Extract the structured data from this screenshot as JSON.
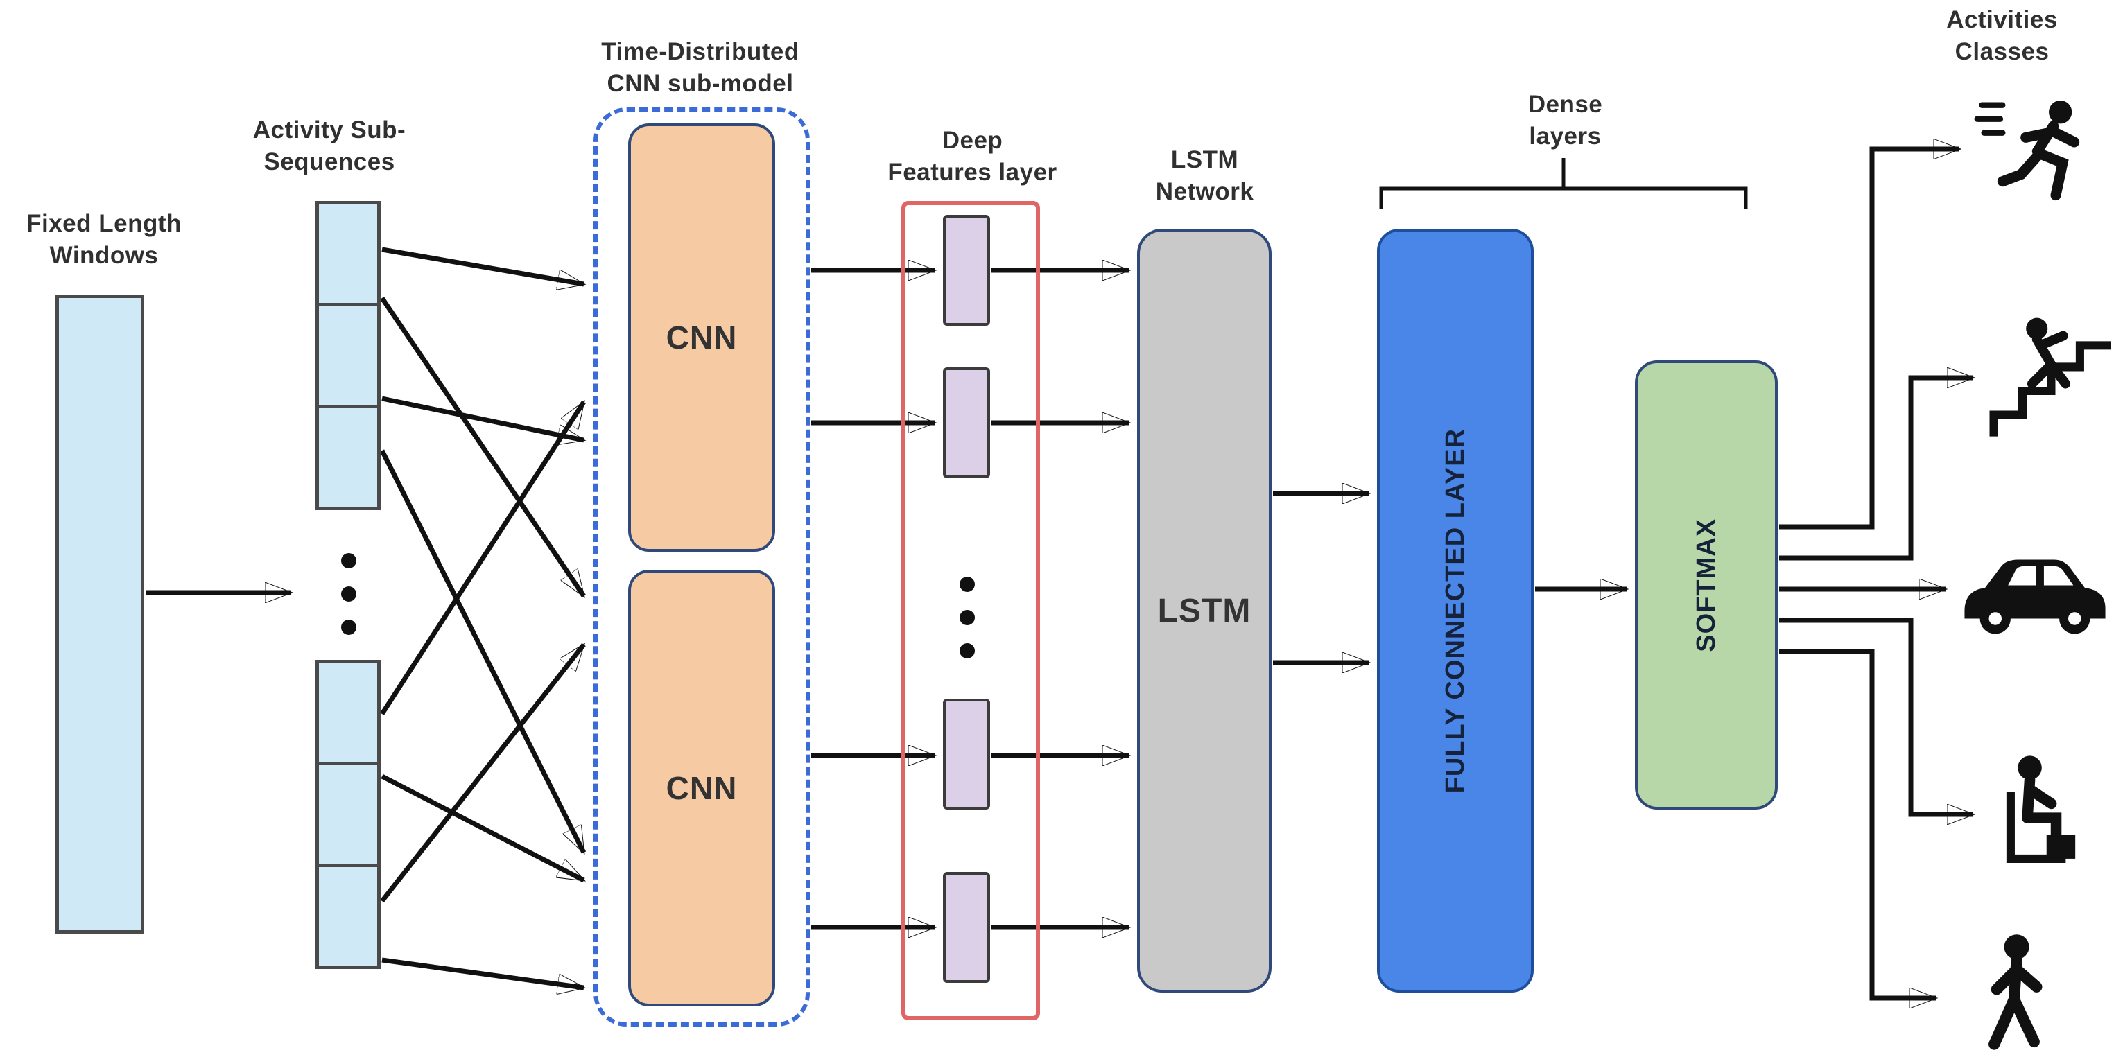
{
  "diagram": {
    "labels": {
      "fixed_length_windows": "Fixed Length\nWindows",
      "activity_sub_sequences": "Activity Sub-\nSequences",
      "time_distributed_cnn": "Time-Distributed\nCNN sub-model",
      "cnn_top": "CNN",
      "cnn_bottom": "CNN",
      "deep_features_layer": "Deep\nFeatures layer",
      "lstm_network": "LSTM\nNetwork",
      "lstm_box": "LSTM",
      "dense_layers": "Dense\nlayers",
      "fully_connected_layer": "FULLY CONNECTED LAYER",
      "softmax": "SOFTMAX",
      "activities_classes": "Activities\nClasses"
    },
    "icons": [
      "running-icon",
      "stair-climbing-icon",
      "car-icon",
      "sitting-icon",
      "walking-icon"
    ],
    "colors": {
      "window-fill": "#cfe9f7",
      "subseq-fill": "#cfe9f7",
      "cnn-fill": "#f6cba4",
      "cnn-dash-border": "#3a6bd6",
      "features-border": "#e06666",
      "feature-fill": "#dccfe8",
      "lstm-fill": "#c9c9c9",
      "fc-fill": "#4a86e8",
      "softmax-fill": "#b7d7a8",
      "box-border": "#2f4a7a",
      "ink": "#303030",
      "line": "#111111"
    }
  }
}
